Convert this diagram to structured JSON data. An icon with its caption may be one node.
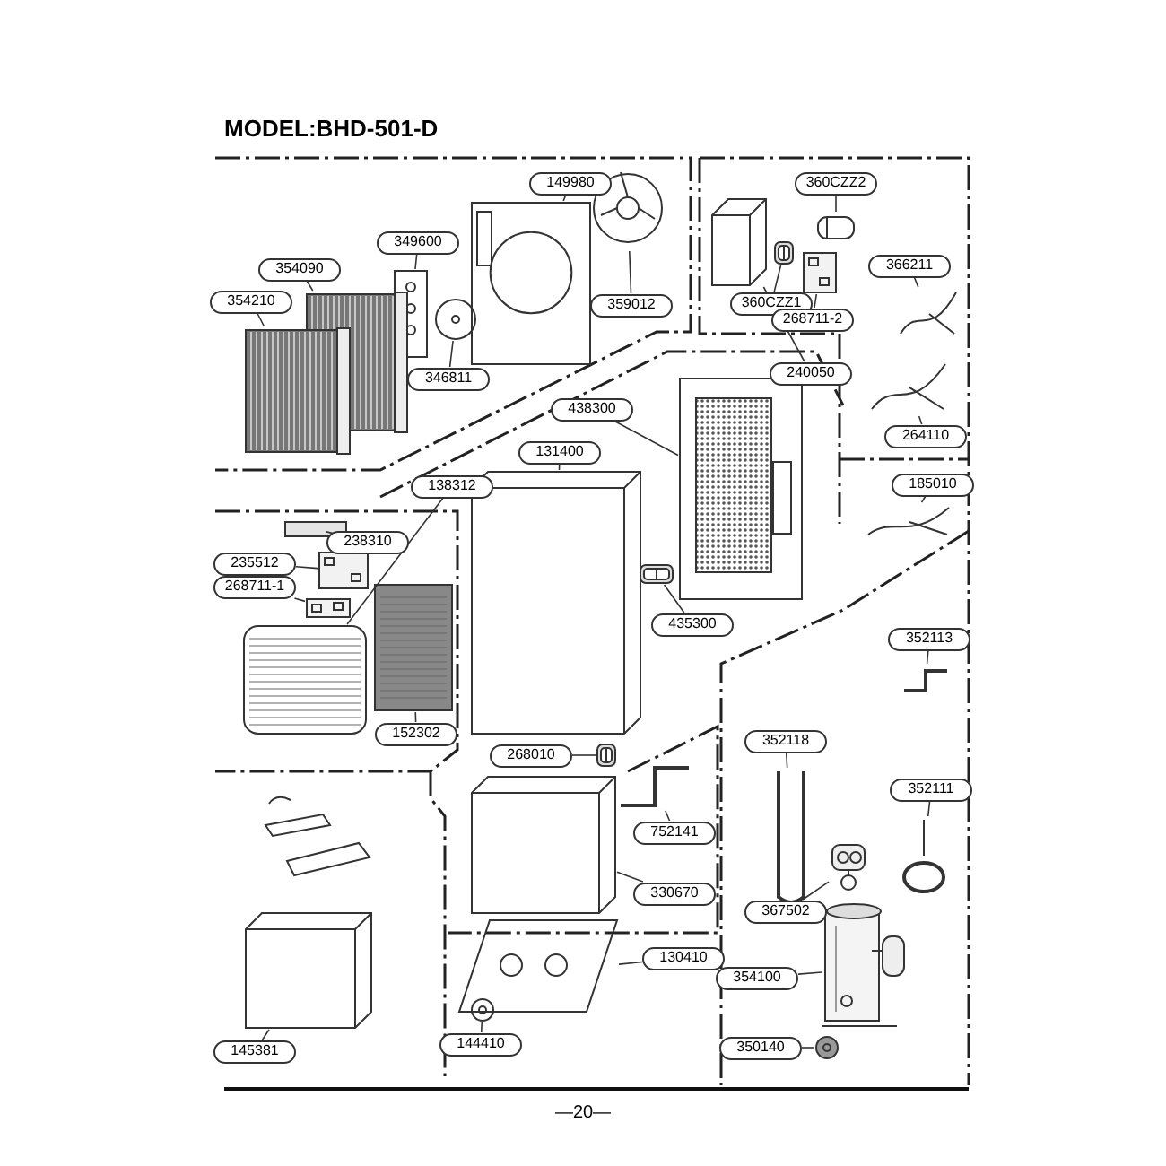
{
  "diagram": {
    "title": "MODEL:BHD-501-D",
    "nodes": [
      {
        "text": [
          "149980"
        ]
      },
      {
        "text": [],
        "shape": "picture"
      },
      {
        "text": [
          "359012"
        ]
      },
      {
        "text": [],
        "shape": "picture"
      },
      {
        "text": [
          "349600"
        ]
      },
      {
        "text": [],
        "shape": "picture"
      },
      {
        "text": [
          "354090"
        ]
      },
      {
        "text": [],
        "shape": "picture"
      },
      {
        "text": [
          "354210"
        ]
      },
      {
        "text": [],
        "shape": "picture"
      },
      {
        "text": [
          "346811"
        ]
      },
      {
        "text": [],
        "shape": "picture"
      },
      {
        "text": [
          "360CZZ2"
        ]
      },
      {
        "text": [],
        "shape": "picture"
      },
      {
        "text": [
          "360CZZ1"
        ]
      },
      {
        "text": [],
        "shape": "picture"
      },
      {
        "text": [
          "268711-2"
        ]
      },
      {
        "text": [],
        "shape": "picture"
      },
      {
        "text": [
          "366211"
        ]
      },
      {
        "text": [],
        "shape": "picture"
      },
      {
        "text": [
          "264110"
        ]
      },
      {
        "text": [],
        "shape": "picture"
      },
      {
        "text": [
          "240050"
        ]
      },
      {
        "text": [],
        "shape": "picture"
      },
      {
        "text": [
          "185010"
        ]
      },
      {
        "text": [],
        "shape": "picture"
      },
      {
        "text": [
          "438300"
        ]
      },
      {
        "text": [],
        "shape": "picture"
      },
      {
        "text": [
          "131400"
        ]
      },
      {
        "text": [],
        "shape": "picture"
      },
      {
        "text": [
          "138312"
        ]
      },
      {
        "text": [],
        "shape": "picture"
      },
      {
        "text": [
          "238310"
        ]
      },
      {
        "text": [],
        "shape": "picture"
      },
      {
        "text": [
          "235512"
        ]
      },
      {
        "text": [],
        "shape": "picture"
      },
      {
        "text": [
          "268711-1"
        ]
      },
      {
        "text": [],
        "shape": "picture"
      },
      {
        "text": [
          "152302"
        ]
      },
      {
        "text": [],
        "shape": "picture"
      },
      {
        "text": [
          "435300"
        ]
      },
      {
        "text": [],
        "shape": "picture"
      },
      {
        "text": [
          "268010"
        ]
      },
      {
        "text": [],
        "shape": "picture"
      },
      {
        "text": [
          "752141"
        ]
      },
      {
        "text": [],
        "shape": "picture"
      },
      {
        "text": [
          "330670"
        ]
      },
      {
        "text": [],
        "shape": "picture"
      },
      {
        "text": [
          "130410"
        ]
      },
      {
        "text": [],
        "shape": "picture"
      },
      {
        "text": [
          "144410"
        ]
      },
      {
        "text": [],
        "shape": "picture"
      },
      {
        "text": [
          "145381"
        ]
      },
      {
        "text": [],
        "shape": "picture"
      },
      {
        "text": [
          "352113"
        ]
      },
      {
        "text": [],
        "shape": "picture"
      },
      {
        "text": [
          "352118"
        ]
      },
      {
        "text": [],
        "shape": "picture"
      },
      {
        "text": [
          "352111"
        ]
      },
      {
        "text": [],
        "shape": "picture"
      },
      {
        "text": [
          "367502"
        ]
      },
      {
        "text": [],
        "shape": "picture"
      },
      {
        "text": [
          "354100"
        ]
      },
      {
        "text": [],
        "shape": "picture"
      },
      {
        "text": [
          "350140"
        ]
      },
      {
        "text": [],
        "shape": "picture"
      }
    ],
    "edges": [
      {
        "from": 0,
        "to": 1,
        "arrow": "none"
      },
      {
        "from": 2,
        "to": 3,
        "arrow": "none"
      },
      {
        "from": 4,
        "to": 5,
        "arrow": "none"
      },
      {
        "from": 6,
        "to": 7,
        "arrow": "none"
      },
      {
        "from": 8,
        "to": 9,
        "arrow": "none"
      },
      {
        "from": 10,
        "to": 11,
        "arrow": "none"
      },
      {
        "from": 12,
        "to": 13,
        "arrow": "none"
      },
      {
        "from": 14,
        "to": 15,
        "arrow": "none"
      },
      {
        "from": 16,
        "to": 17,
        "arrow": "none"
      },
      {
        "from": 18,
        "to": 19,
        "arrow": "none"
      },
      {
        "from": 20,
        "to": 21,
        "arrow": "none"
      },
      {
        "from": 22,
        "to": 23,
        "arrow": "none"
      },
      {
        "from": 24,
        "to": 25,
        "arrow": "none"
      },
      {
        "from": 26,
        "to": 27,
        "arrow": "none"
      },
      {
        "from": 28,
        "to": 29,
        "arrow": "none"
      },
      {
        "from": 30,
        "to": 31,
        "arrow": "none"
      },
      {
        "from": 32,
        "to": 33,
        "arrow": "none"
      },
      {
        "from": 34,
        "to": 35,
        "arrow": "none"
      },
      {
        "from": 36,
        "to": 37,
        "arrow": "none"
      },
      {
        "from": 38,
        "to": 39,
        "arrow": "none"
      },
      {
        "from": 40,
        "to": 41,
        "arrow": "none"
      },
      {
        "from": 42,
        "to": 43,
        "arrow": "none"
      },
      {
        "from": 44,
        "to": 45,
        "arrow": "none"
      },
      {
        "from": 46,
        "to": 47,
        "arrow": "none"
      },
      {
        "from": 48,
        "to": 49,
        "arrow": "none"
      },
      {
        "from": 50,
        "to": 51,
        "arrow": "none"
      },
      {
        "from": 52,
        "to": 53,
        "arrow": "none"
      },
      {
        "from": 54,
        "to": 55,
        "arrow": "none"
      },
      {
        "from": 56,
        "to": 57,
        "arrow": "none"
      },
      {
        "from": 58,
        "to": 59,
        "arrow": "none"
      },
      {
        "from": 60,
        "to": 61,
        "arrow": "none"
      },
      {
        "from": 62,
        "to": 63,
        "arrow": "none"
      },
      {
        "from": 64,
        "to": 65,
        "arrow": "none"
      }
    ],
    "labels": [
      "—20—"
    ]
  }
}
